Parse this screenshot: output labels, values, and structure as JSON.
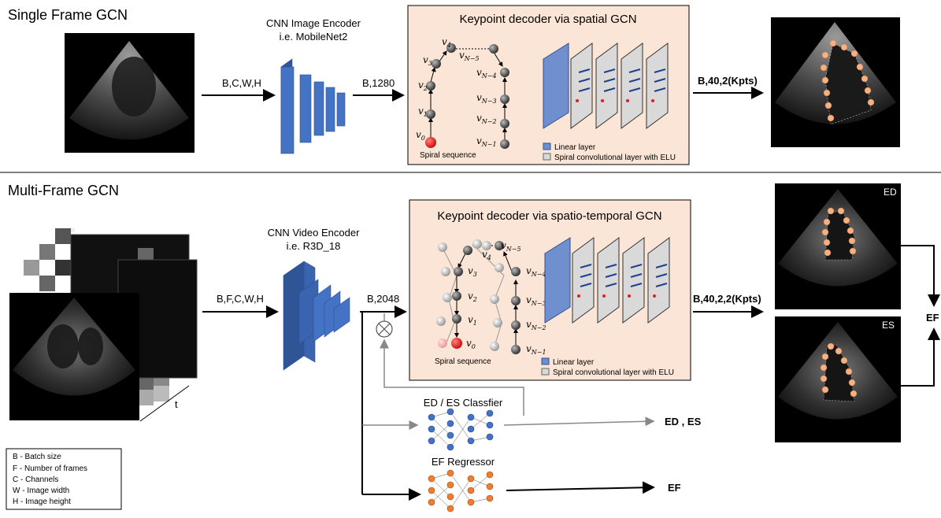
{
  "sections": {
    "single": "Single Frame GCN",
    "multi": "Multi-Frame GCN"
  },
  "single": {
    "input_dims": "B,C,W,H",
    "encoder_title": "CNN Image Encoder",
    "encoder_sub": "i.e. MobileNet2",
    "feature": "B,1280",
    "decoder_title": "Keypoint decoder via spatial GCN",
    "output": "B,40,2(Kpts)"
  },
  "multi": {
    "input_dims": "B,F,C,W,H",
    "time_axis": "t",
    "encoder_title": "CNN Video Encoder",
    "encoder_sub": "i.e. R3D_18",
    "feature": "B,2048",
    "decoder_title": "Keypoint decoder via spatio-temporal GCN",
    "output": "B,40,2,2(Kpts)",
    "classifier": "ED / ES Classfier",
    "classifier_out": "ED , ES",
    "regressor": "EF Regressor",
    "regressor_out": "EF",
    "frame_ed": "ED",
    "frame_es": "ES",
    "ef_final": "EF"
  },
  "spiral": {
    "caption": "Spiral sequence",
    "legend_linear": "Linear layer",
    "legend_spiral": "Spiral convolutional layer with ELU"
  },
  "legend": [
    "B  -  Batch size",
    "F  -  Number of frames",
    "C  -  Channels",
    "W  -  Image width",
    "H  -  Image height"
  ],
  "colors": {
    "encoder": "#4472c4",
    "panel": "#fbe5d6",
    "node_dark": "#555555",
    "node_red": "#e02020",
    "net_blue": "#4472c4",
    "net_orange": "#ed7d31",
    "keypoint": "#f4b183"
  }
}
